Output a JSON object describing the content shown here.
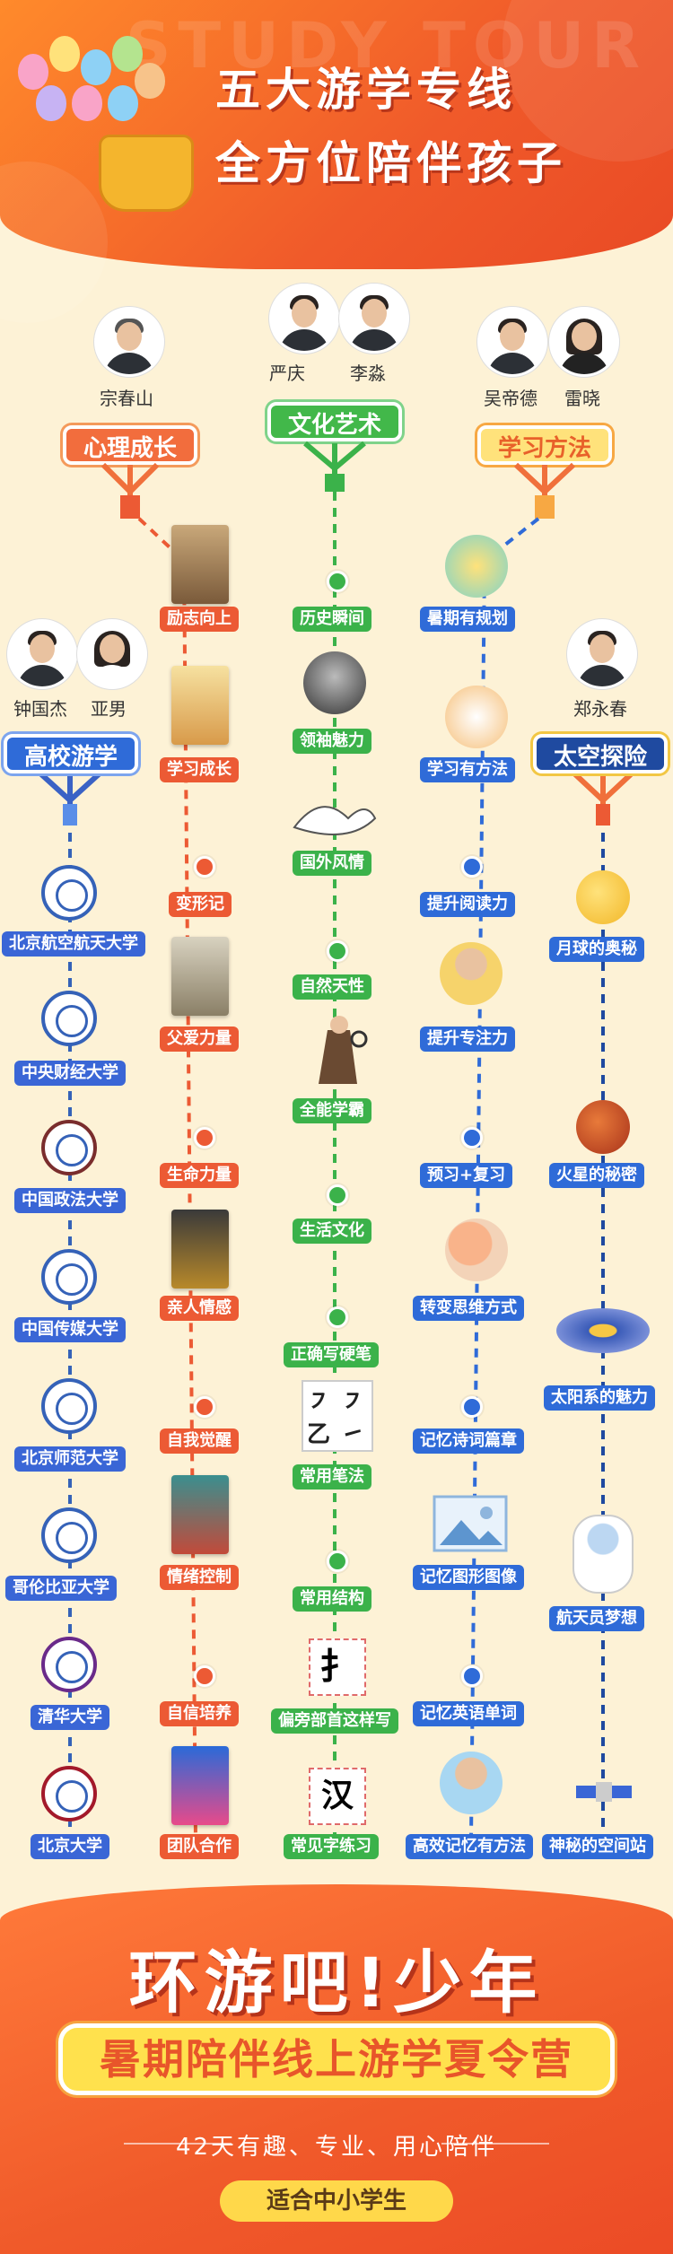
{
  "header": {
    "line1": "五大游学专线",
    "line2": "全方位陪伴孩子",
    "watermark": "STUDY TOUR"
  },
  "branches": [
    {
      "key": "psych",
      "label": "心理成长",
      "teachers": [
        "宗春山"
      ]
    },
    {
      "key": "art",
      "label": "文化艺术",
      "teachers": [
        "严庆",
        "李淼"
      ]
    },
    {
      "key": "method",
      "label": "学习方法",
      "teachers": [
        "吴帝德",
        "雷晓"
      ]
    },
    {
      "key": "uni",
      "label": "高校游学",
      "teachers": [
        "钟国杰",
        "亚男"
      ]
    },
    {
      "key": "space",
      "label": "太空探险",
      "teachers": [
        "郑永春"
      ]
    }
  ],
  "psych_items": [
    "励志向上",
    "学习成长",
    "变形记",
    "父爱力量",
    "生命力量",
    "亲人情感",
    "自我觉醒",
    "情绪控制",
    "自信培养",
    "团队合作"
  ],
  "art_items": [
    "历史瞬间",
    "领袖魅力",
    "国外风情",
    "自然天性",
    "全能学霸",
    "生活文化",
    "正确写硬笔",
    "常用笔法",
    "常用结构",
    "偏旁部首这样写",
    "常见字练习"
  ],
  "art_glyphs": {
    "stroke1": "㇇",
    "stroke2": "㇇",
    "stroke3": "乙",
    "stroke4": "㇀",
    "radical": "扌",
    "char": "汉"
  },
  "method_items": [
    "暑期有规划",
    "学习有方法",
    "提升阅读力",
    "提升专注力",
    "预习+复习",
    "转变思维方式",
    "记忆诗词篇章",
    "记忆图形图像",
    "记忆英语单词",
    "高效记忆有方法"
  ],
  "uni_items": [
    "北京航空航天大学",
    "中央财经大学",
    "中国政法大学",
    "中国传媒大学",
    "北京师范大学",
    "哥伦比亚大学",
    "清华大学",
    "北京大学"
  ],
  "space_items": [
    "月球的奥秘",
    "火星的秘密",
    "太阳系的魅力",
    "航天员梦想",
    "神秘的空间站"
  ],
  "footer": {
    "slogan": "环游吧!少年",
    "banner": "暑期陪伴线上游学夏令营",
    "tagline": "42天有趣、专业、用心陪伴",
    "audience": "适合中小学生"
  },
  "colors": {
    "orange": "#f05a2a",
    "green": "#3bb24a",
    "blue": "#2f6bd8",
    "cream": "#fdf2d6",
    "yellow": "#ffe14d"
  }
}
